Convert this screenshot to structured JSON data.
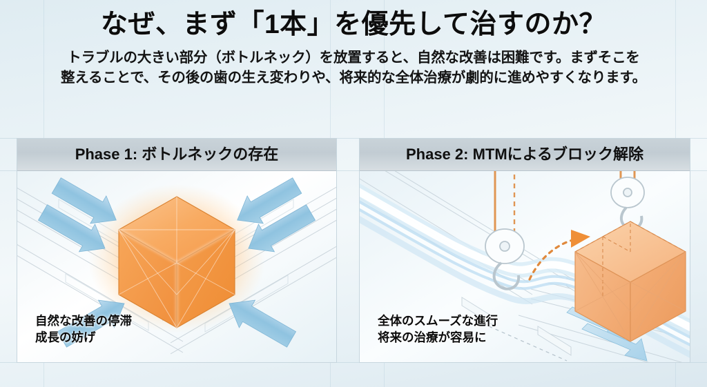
{
  "header": {
    "title": "なぜ、まず「1本」を優先して治すのか？",
    "subtitle_line1": "トラブルの大きい部分（ボトルネック）を放置すると、自然な改善は困難です。まずそこを",
    "subtitle_line2": "整えることで、その後の歯の生え変わりや、将来的な全体治療が劇的に進めやすくなります。"
  },
  "panels": [
    {
      "id": "phase-1",
      "heading": "Phase 1: ボトルネックの存在",
      "caption_line1": "自然な改善の停滞",
      "caption_line2": "成長の妨げ",
      "diagram": {
        "type": "blocked-flow",
        "center_object": "orange-cube",
        "incoming_arrows": 4,
        "arrow_color": "#9ccde8",
        "cube_color": "#f59a4a",
        "glow_color": "#fbb26b"
      }
    },
    {
      "id": "phase-2",
      "heading": "Phase 2: MTMによるブロック解除",
      "caption_line1": "全体のスムーズな進行",
      "caption_line2": "将来の治療が容易に",
      "diagram": {
        "type": "cleared-flow",
        "lifted_object": "orange-cube",
        "lifting_device": "crane-pulley-hook",
        "motion_indicator": "dashed-curved-arrow",
        "outgoing_arrows": 3,
        "arrow_color": "#a7d2e8",
        "cube_color": "#f2a86d",
        "cable_color": "#e8913f"
      }
    }
  ],
  "theme": {
    "background_top": "#dfecf2",
    "background_bottom": "#dbe8ef",
    "panel_header_bg": "#c5cfd6",
    "text_color": "#101010",
    "accent_orange": "#f08b33",
    "accent_blue": "#9ccde8"
  }
}
